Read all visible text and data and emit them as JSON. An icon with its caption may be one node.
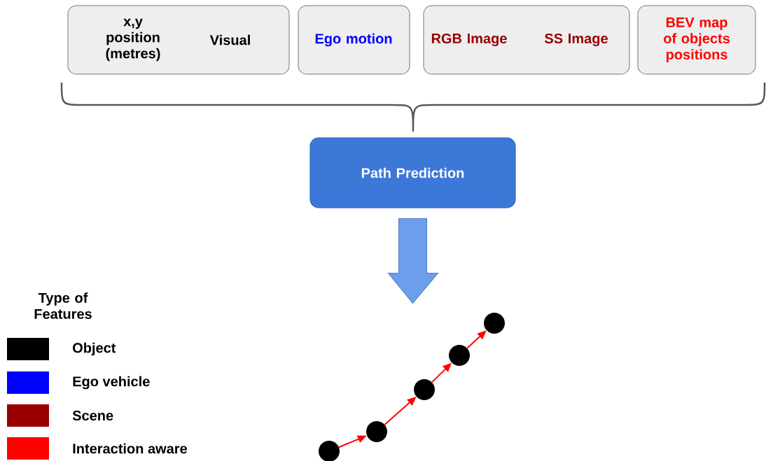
{
  "diagram": {
    "nodes": [
      {
        "text": [
          "x,y position (metres)",
          "Visual"
        ]
      },
      {
        "text": [
          "Ego motion"
        ]
      },
      {
        "text": [
          "RGB Image",
          "SS Image"
        ]
      },
      {
        "text": [
          "BEV map of objects positions"
        ]
      },
      {
        "text": [
          "Path Prediction"
        ]
      },
      {
        "text": [],
        "shape": "circle"
      },
      {
        "text": [],
        "shape": "circle"
      },
      {
        "text": [],
        "shape": "circle"
      },
      {
        "text": [],
        "shape": "circle"
      },
      {
        "text": [],
        "shape": "circle"
      }
    ],
    "edges": [
      {
        "from": 4,
        "to": null,
        "arrow": "to",
        "style": "thick",
        "color": "#6d9eeb"
      },
      {
        "from": 5,
        "to": 6,
        "arrow": "to"
      },
      {
        "from": 6,
        "to": 7,
        "arrow": "to"
      },
      {
        "from": 7,
        "to": 8,
        "arrow": "to"
      },
      {
        "from": 8,
        "to": 9,
        "arrow": "to"
      }
    ],
    "labels": [
      "Type of Features"
    ],
    "legend": [
      {
        "text": "Object",
        "color": "#000000"
      },
      {
        "text": "Ego vehicle",
        "color": "#0000ff"
      },
      {
        "text": "Scene",
        "color": "#990000"
      },
      {
        "text": "Interaction aware",
        "color": "#ff0000"
      }
    ]
  }
}
